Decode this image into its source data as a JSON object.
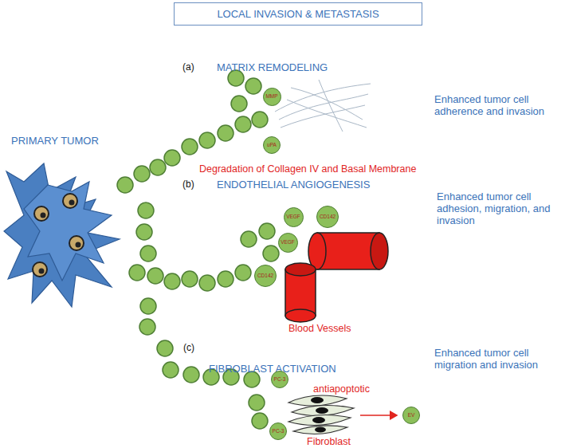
{
  "diagram": {
    "title": "LOCAL INVASION & METASTASIS",
    "nodes": [
      {
        "text": [
          "MMP"
        ]
      },
      {
        "text": [
          "uPA"
        ]
      },
      {
        "text": [
          "VEGF"
        ]
      },
      {
        "text": [
          "CD142"
        ]
      },
      {
        "text": [
          "VEGF"
        ]
      },
      {
        "text": [
          "CD142"
        ]
      },
      {
        "text": [
          "PC-3"
        ]
      },
      {
        "text": [
          "PC-3"
        ]
      },
      {
        "text": [
          "EV"
        ]
      }
    ],
    "labels": [
      "PRIMARY TUMOR",
      "(a)",
      "MATRIX REMODELING",
      "Enhanced tumor cell adherence and invasion",
      "Degradation of Collagen IV and Basal Membrane",
      "(b)",
      "ENDOTHELIAL ANGIOGENESIS",
      "Enhanced tumor cell adhesion, migration, and invasion",
      "Blood Vessels",
      "(c)",
      "FIBROBLAST ACTIVATION",
      "antiapoptotic",
      "Enhanced tumor cell migration and invasion",
      "Fibroblast"
    ]
  }
}
